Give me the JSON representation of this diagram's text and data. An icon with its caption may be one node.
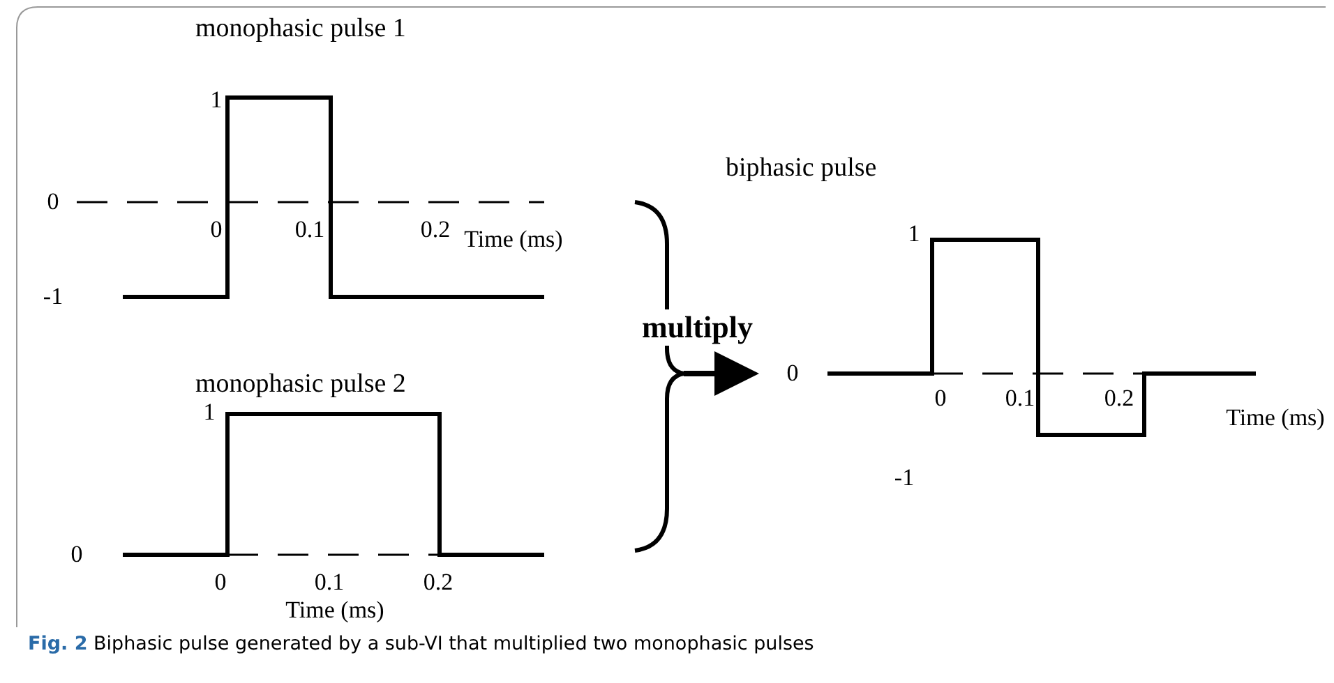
{
  "diagram": {
    "caption": "**Fig. 2** Biphasic pulse generated by a sub-VI that multiplied two monophasic pulses",
    "nodes": [
      {
        "text": [
          "monophasic pulse 1"
        ]
      },
      {
        "text": [
          "monophasic pulse 2"
        ]
      },
      {
        "text": [
          "biphasic pulse"
        ]
      },
      {
        "text": [],
        "shape": "brace"
      }
    ],
    "edges": [
      {
        "from": 3,
        "to": 2,
        "arrow": "to",
        "label": "multiply"
      }
    ],
    "labels": [
      "1",
      "0",
      "-1",
      "0",
      "0.1",
      "0.2",
      "Time (ms)",
      "1",
      "0",
      "0",
      "0.1",
      "0.2",
      "Time (ms)",
      "1",
      "0",
      "0",
      "0.1",
      "0.2",
      "-1",
      "Time (ms)"
    ]
  }
}
